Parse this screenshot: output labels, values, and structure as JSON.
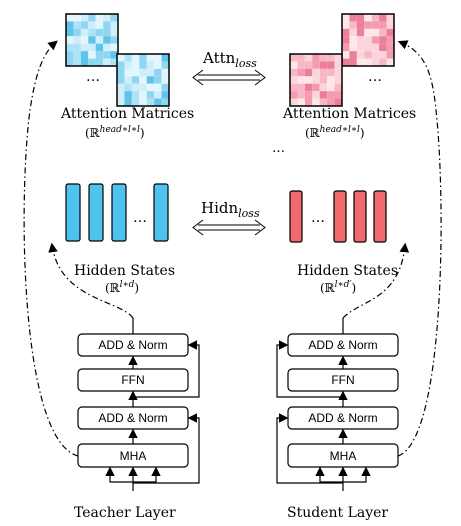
{
  "attention": {
    "loss_base": "Attn",
    "loss_sub": "loss",
    "teacher_title": "Attention Matrices",
    "student_title": "Attention Matrices",
    "teacher_dims": "(ℝ",
    "dims_sup": "head∗l∗l",
    "dims_close": ")",
    "teacher_ellipsis": "…",
    "student_ellipsis": "…",
    "student_dots_below": "…"
  },
  "hidden": {
    "loss_base": "Hidn",
    "loss_sub": "loss",
    "teacher_title": "Hidden States",
    "student_title": "Hidden States",
    "teacher_dims_open": "(ℝ",
    "teacher_dims_sup": "l∗d",
    "student_dims_sup": "l∗d′",
    "dims_close": ")",
    "teacher_ellipsis": "…",
    "student_ellipsis": "…"
  },
  "teacher_stack": {
    "title": "Teacher Layer",
    "blocks": [
      "ADD & Norm",
      "FFN",
      "ADD & Norm",
      "MHA"
    ]
  },
  "student_stack": {
    "title": "Student Layer",
    "blocks": [
      "ADD & Norm",
      "FFN",
      "ADD & Norm",
      "MHA"
    ]
  },
  "colors": {
    "teacher_bar": "#4fc3ee",
    "student_bar": "#f06a6e",
    "teacher_matrix": [
      "#cdeefa",
      "#8fd6f1",
      "#5fc4ea",
      "#aee2f6",
      "#e4f6fd"
    ],
    "student_matrix": [
      "#fbd5dc",
      "#f49bb0",
      "#f7b7c5",
      "#ec7f98",
      "#fde7eb"
    ]
  }
}
